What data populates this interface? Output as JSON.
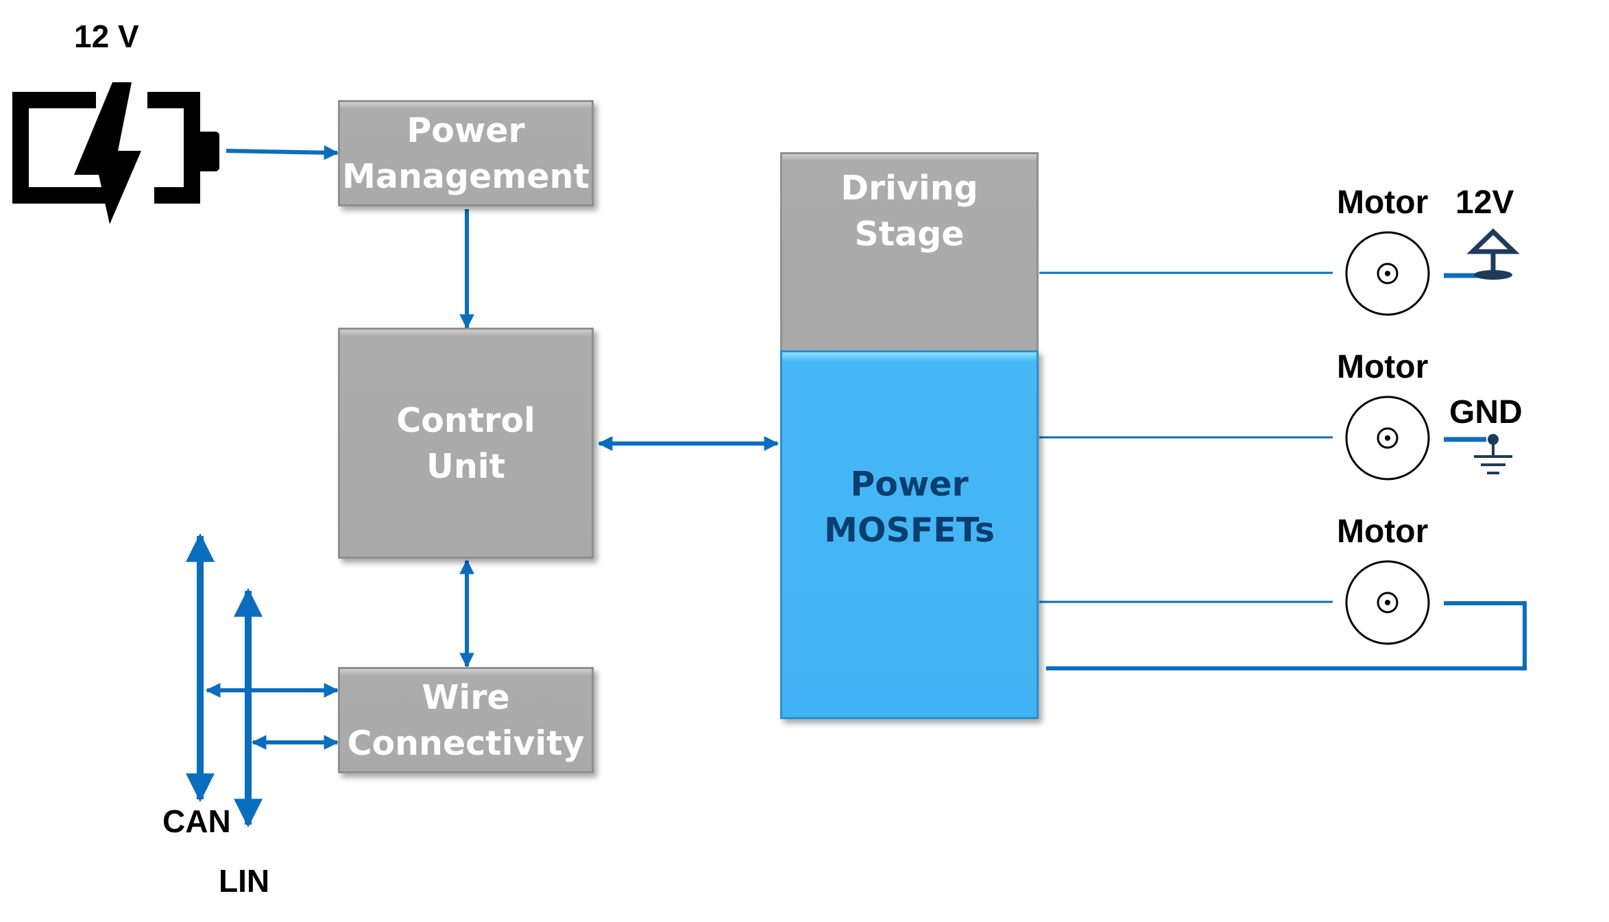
{
  "battery": {
    "voltage_label": "12 V",
    "icon": "battery-charging-icon"
  },
  "blocks": {
    "power_management": {
      "line1": "Power",
      "line2": "Management"
    },
    "control_unit": {
      "line1": "Control",
      "line2": "Unit"
    },
    "wire_connectivity": {
      "line1": "Wire",
      "line2": "Connectivity"
    },
    "driving_stage": {
      "line1": "Driving",
      "line2": "Stage"
    },
    "power_mosfets": {
      "line1": "Power",
      "line2": "MOSFETs"
    }
  },
  "buses": {
    "can": "CAN",
    "lin": "LIN"
  },
  "motors": [
    {
      "label": "Motor",
      "connection": "12V",
      "symbol": "supply-12v-icon"
    },
    {
      "label": "Motor",
      "connection": "GND",
      "symbol": "ground-icon"
    },
    {
      "label": "Motor",
      "connection": "",
      "symbol": ""
    }
  ],
  "colors": {
    "arrow_blue": "#0b6dbe",
    "block_gray": "#a9a9a9",
    "mosfet_blue": "#42b3f4",
    "mosfet_text": "#0a3e6e",
    "symbol_navy": "#1f3b5c"
  }
}
